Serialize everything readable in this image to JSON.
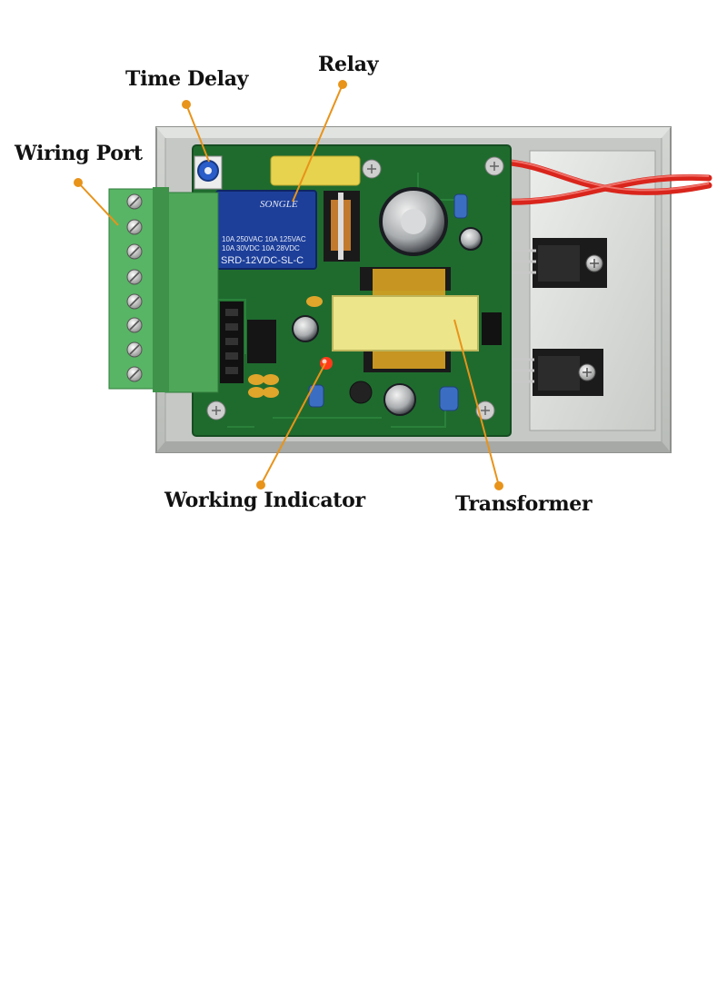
{
  "callouts": {
    "time_delay": "Time Delay",
    "relay": "Relay",
    "wiring_port": "Wiring Port",
    "working_indicator": "Working Indicator",
    "transformer": "Transformer"
  },
  "relay_markings": {
    "brand": "SONGLE",
    "spec_line_1": "10A 250VAC  10A 125VAC",
    "spec_line_2": "10A  30VDC  10A  28VDC",
    "model": "SRD-12VDC-SL-C"
  },
  "colors": {
    "callout_accent": "#e8931a",
    "pcb_green": "#1f6b2e",
    "terminal_green": "#4fa85a",
    "relay_blue": "#1d3f9a",
    "transformer_yellow": "#ece58a",
    "heatsink_grey": "#d8d9d6",
    "wire_red": "#d9251c"
  }
}
